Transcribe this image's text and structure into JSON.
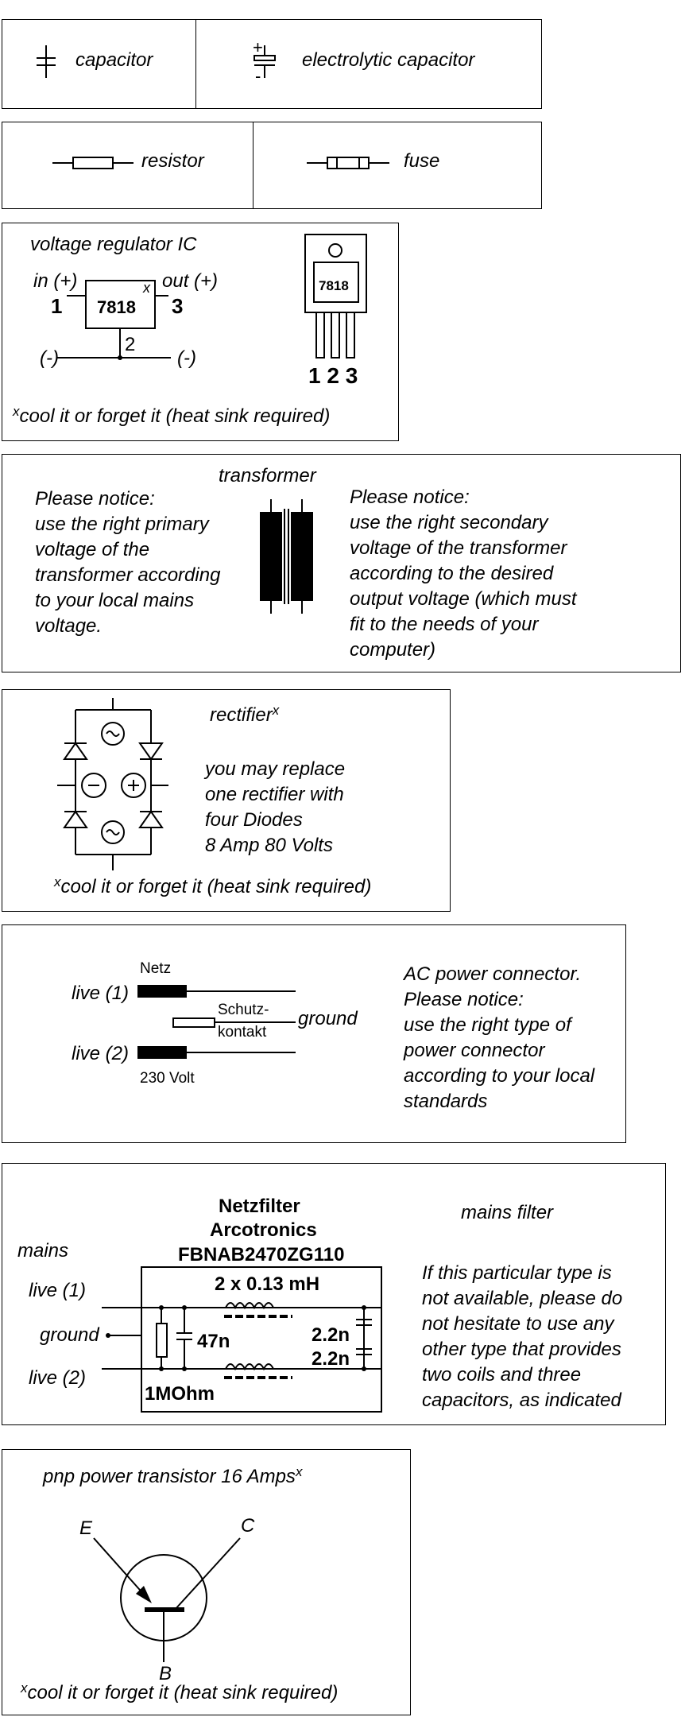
{
  "capacitor_panel": {
    "capacitor_label": "capacitor",
    "electrolytic_label": "electrolytic capacitor",
    "plus": "+",
    "minus": "-"
  },
  "resistor_panel": {
    "resistor_label": "resistor",
    "fuse_label": "fuse"
  },
  "regulator_panel": {
    "title": "voltage regulator IC",
    "in_label": "in (+)",
    "out_label": "out (+)",
    "pin1": "1",
    "pin2": "2",
    "pin3": "3",
    "chip": "7818",
    "mark": "x",
    "neg_left": "(-)",
    "neg_right": "(-)",
    "package_label": "7818",
    "package_pins": "1 2 3",
    "note_mark": "x",
    "note": "cool it or forget it (heat sink required)"
  },
  "transformer_panel": {
    "title": "transformer",
    "left_note": "Please notice:\nuse the right primary\nvoltage of the\ntransformer according\nto your local mains\nvoltage.",
    "right_note": "Please notice:\nuse the right secondary\nvoltage of the transformer\naccording to the desired\noutput voltage (which must\nfit to the needs of your\ncomputer)"
  },
  "rectifier_panel": {
    "title": "rectifier",
    "mark": "x",
    "note": "you may replace\none rectifier with\nfour Diodes\n8 Amp 80 Volts",
    "minus": "−",
    "plus": "+",
    "ac": "~",
    "footer_mark": "x",
    "footer": "cool it or forget it (heat sink required)"
  },
  "connector_panel": {
    "netz": "Netz",
    "live1": "live (1)",
    "live2": "live (2)",
    "schutz1": "Schutz-",
    "schutz2": "kontakt",
    "ground": "ground",
    "volt": "230 Volt",
    "note": "AC power connector.\nPlease notice:\nuse the right type of\npower connector\naccording to your local\nstandards"
  },
  "filter_panel": {
    "title_line1": "Netzfilter",
    "title_line2": "Arcotronics",
    "title_line3": "FBNAB2470ZG110",
    "subtitle": "mains filter",
    "mains": "mains",
    "live1": "live (1)",
    "ground": "ground",
    "live2": "live (2)",
    "inductance": "2 x 0.13 mH",
    "cap_a": "2.2n",
    "cap_b": "2.2n",
    "cap_c": "47n",
    "resistor": "1MOhm",
    "note": "If this particular type is\nnot available, please do\nnot hesitate to use any\nother type that provides\ntwo coils and three\ncapacitors, as indicated"
  },
  "transistor_panel": {
    "title": "pnp power transistor 16 Amps",
    "mark": "x",
    "emitter": "E",
    "collector": "C",
    "base": "B",
    "footer_mark": "x",
    "footer": "cool it or forget it (heat sink required)"
  }
}
